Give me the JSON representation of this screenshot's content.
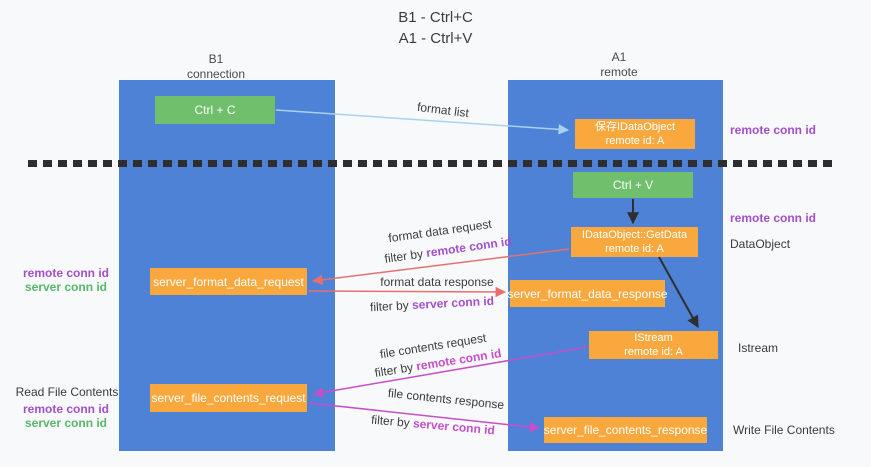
{
  "title": {
    "line1": "B1 - Ctrl+C",
    "line2": "A1 - Ctrl+V"
  },
  "lanes": {
    "left": {
      "name": "B1",
      "role": "connection"
    },
    "right": {
      "name": "A1",
      "role": "remote"
    }
  },
  "nodes": {
    "ctrl_c": {
      "label": "Ctrl + C"
    },
    "ctrl_v": {
      "label": "Ctrl + V"
    },
    "save_dataobject": {
      "line1": "保存IDataObject",
      "line2": "remote id: A"
    },
    "getdata": {
      "line1": "IDataObject::GetData",
      "line2": "remote id: A"
    },
    "istream": {
      "line1": "IStream",
      "line2": "remote id: A"
    },
    "server_format_data_request": {
      "label": "server_format_data_request"
    },
    "server_format_data_response": {
      "label": "server_format_data_response"
    },
    "server_file_contents_request": {
      "label": "server_file_contents_request"
    },
    "server_file_contents_response": {
      "label": "server_file_contents_response"
    }
  },
  "arrow_labels": {
    "format_list": "format list",
    "format_data_request": "format data request",
    "format_data_response": "format data response",
    "file_contents_request": "file contents request",
    "file_contents_response": "file contents response",
    "filter_by": "filter by",
    "remote_conn_id": "remote conn id",
    "server_conn_id": "server conn id"
  },
  "side_labels": {
    "remote_conn_id": "remote conn id",
    "server_conn_id": "server conn id",
    "dataobject": "DataObject",
    "istream": "Istream",
    "read_file_contents": "Read File Contents",
    "write_file_contents": "Write File Contents"
  },
  "colors": {
    "lane_blue": "#4d82d6",
    "node_green": "#6fbf6d",
    "node_orange": "#f9a83e",
    "arrow_light_blue": "#a7d2f0",
    "arrow_salmon": "#e7706f",
    "arrow_magenta": "#c64ecb",
    "arrow_black": "#2f2f2f",
    "label_purple": "#a34fc9",
    "label_green": "#58b768"
  }
}
